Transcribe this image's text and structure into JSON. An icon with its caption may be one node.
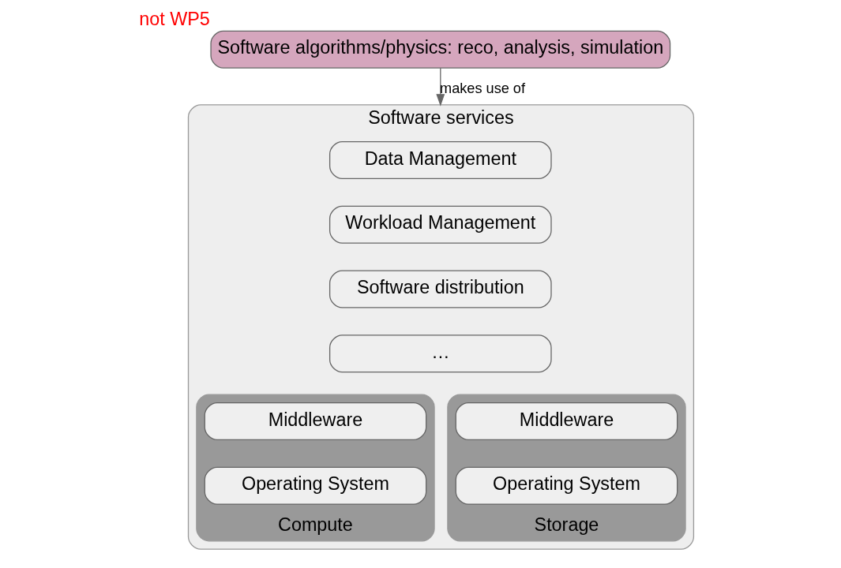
{
  "diagram": {
    "nodes": [
      {
        "text": [
          "Software services"
        ]
      },
      {
        "text": [
          "Data Management"
        ],
        "in": 0
      },
      {
        "text": [
          "Workload Management"
        ],
        "in": 0
      },
      {
        "text": [
          "Software distribution"
        ],
        "in": 0
      },
      {
        "text": [
          "…"
        ],
        "in": 0
      },
      {
        "text": [
          "Compute"
        ],
        "in": 0
      },
      {
        "text": [
          "Middleware"
        ],
        "in": 5
      },
      {
        "text": [
          "Operating System"
        ],
        "in": 5
      },
      {
        "text": [
          "Storage"
        ],
        "in": 0
      },
      {
        "text": [
          "Middleware"
        ],
        "in": 8
      },
      {
        "text": [
          "Operating System"
        ],
        "in": 8
      },
      {
        "text": [
          "Software algorithms/physics: reco, analysis, simulation"
        ],
        "beside": [
          "not WP5"
        ]
      }
    ],
    "edges": [
      {
        "from": 11,
        "to": 0,
        "arrow": "to",
        "label": "makes use of"
      }
    ]
  }
}
